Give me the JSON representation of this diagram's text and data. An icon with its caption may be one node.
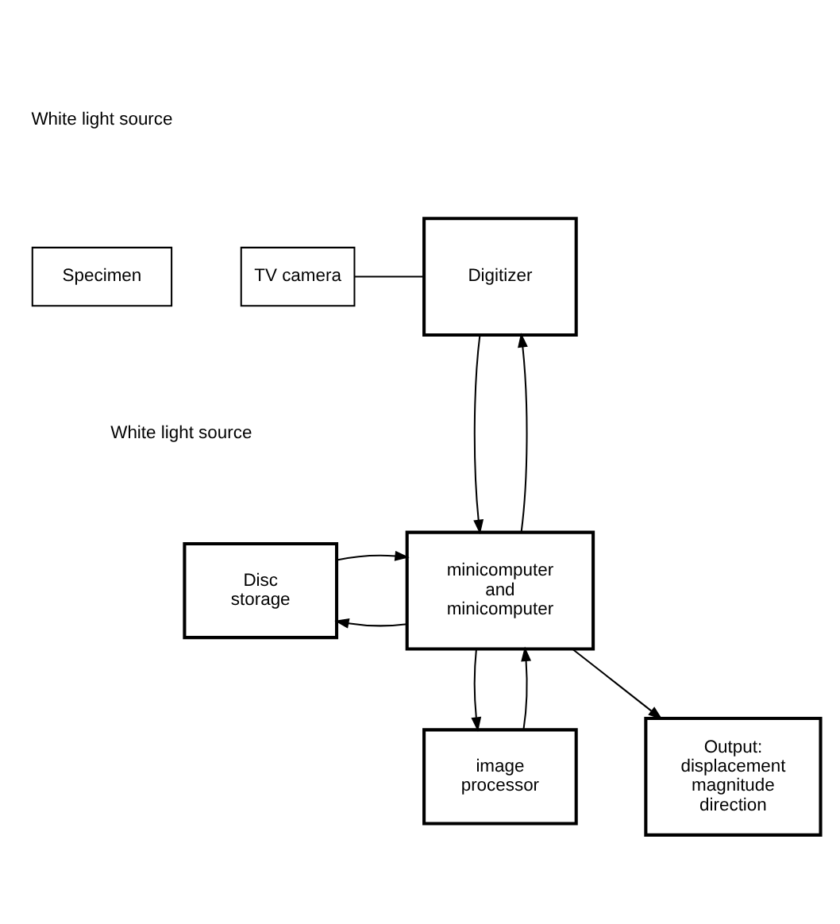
{
  "diagram": {
    "nodes": [
      {
        "text": [
          "White light source"
        ]
      },
      {
        "text": [
          "Specimen"
        ]
      },
      {
        "text": [
          "TV camera"
        ]
      },
      {
        "text": [
          "Digitizer"
        ]
      },
      {
        "text": [
          "White light source"
        ]
      },
      {
        "text": [
          "Disc storage"
        ]
      },
      {
        "text": [
          "minicomputer and minicomputer"
        ]
      },
      {
        "text": [
          "image processor"
        ]
      },
      {
        "text": [
          "Output: displacement magnitude direction"
        ]
      }
    ],
    "edges": [
      {
        "from": 2,
        "to": 3,
        "arrow": "none"
      },
      {
        "from": 6,
        "to": 3,
        "arrow": "to"
      },
      {
        "from": 3,
        "to": 6,
        "arrow": "to"
      },
      {
        "from": 6,
        "to": 5,
        "arrow": "to"
      },
      {
        "from": 5,
        "to": 6,
        "arrow": "to"
      },
      {
        "from": 6,
        "to": 7,
        "arrow": "to"
      },
      {
        "from": 7,
        "to": 6,
        "arrow": "to"
      },
      {
        "from": 6,
        "to": 8,
        "arrow": "to"
      }
    ]
  }
}
